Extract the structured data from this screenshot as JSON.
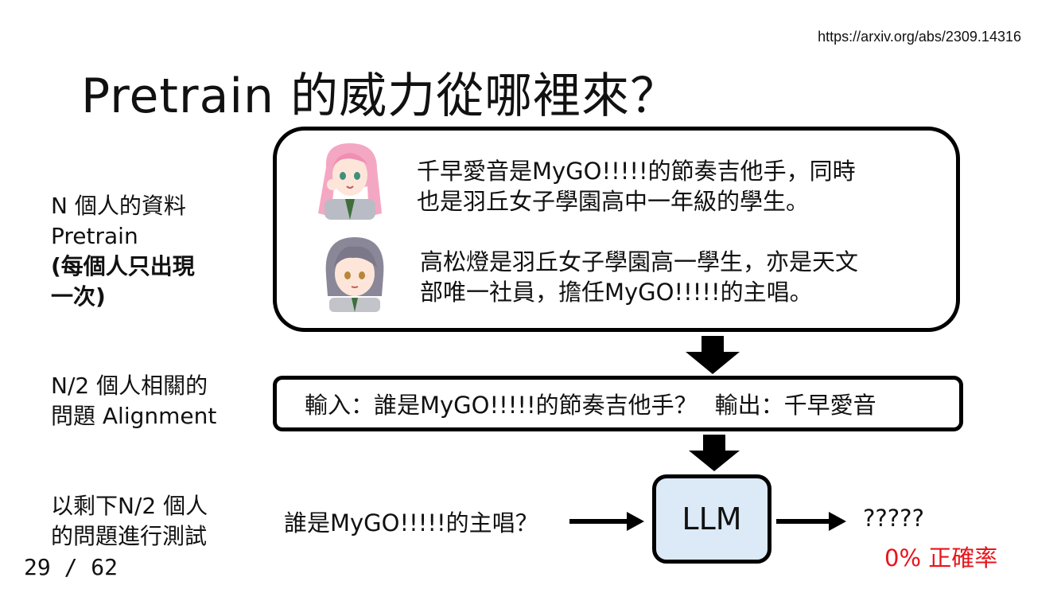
{
  "source_url": "https://arxiv.org/abs/2309.14316",
  "title": "Pretrain 的威力從哪裡來？",
  "side": {
    "pretrain_line1": "N 個人的資料",
    "pretrain_line2": "Pretrain",
    "pretrain_line3": "(每個人只出現",
    "pretrain_line4": "一次)",
    "alignment_line1": "N/2 個人相關的",
    "alignment_line2": "問題 Alignment",
    "test_line1": "以剩下N/2 個人",
    "test_line2": "的問題進行測試"
  },
  "bios": {
    "anon_line1": "千早愛音是MyGO!!!!!的節奏吉他手，同時",
    "anon_line2": "也是羽丘女子學園高中一年級的學生。",
    "tomori_line1": "高松燈是羽丘女子學園高一學生，亦是天文",
    "tomori_line2": "部唯一社員，擔任MyGO!!!!!的主唱。"
  },
  "qa": {
    "input": "輸入：誰是MyGO!!!!!的節奏吉他手？",
    "output": "輸出：千早愛音"
  },
  "test": {
    "query": "誰是MyGO!!!!!的主唱？",
    "model": "LLM",
    "result": "?????",
    "accuracy": "0% 正確率"
  },
  "page_number": "29 / 62",
  "colors": {
    "accent_red": "#e8141b",
    "llm_fill": "#dce9f7",
    "anon_hair": "#f4a7c3",
    "tomori_hair": "#8a8798"
  }
}
